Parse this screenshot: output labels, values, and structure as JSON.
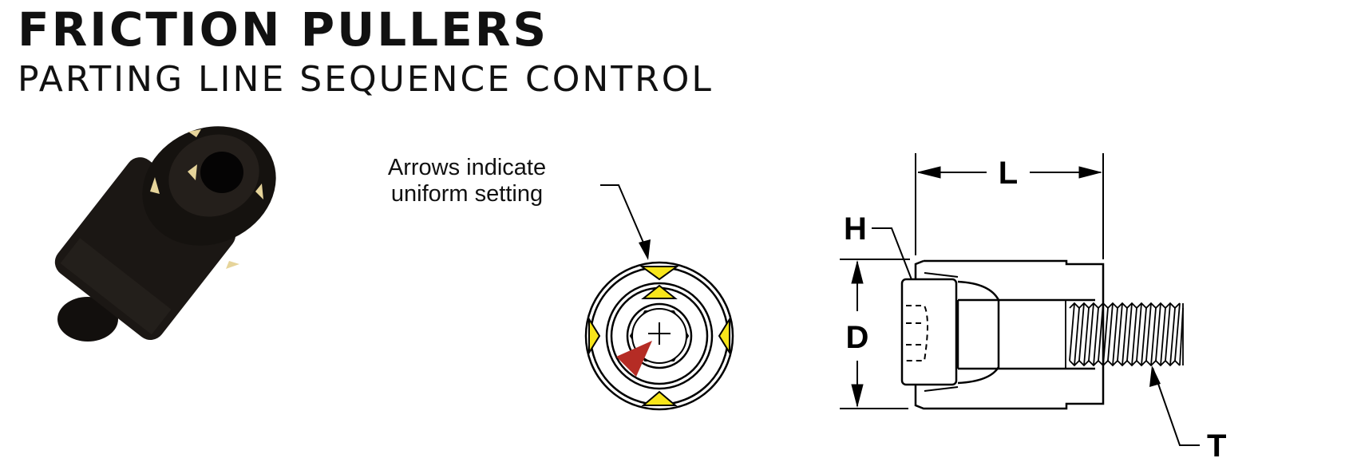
{
  "header": {
    "title": "FRICTION PULLERS",
    "subtitle": "PARTING LINE SEQUENCE CONTROL"
  },
  "end_view": {
    "callout_line1": "Arrows indicate",
    "callout_line2": "uniform setting",
    "marker_color": "#f7e51b",
    "pointer_color": "#b52c25"
  },
  "side_view": {
    "dimension_length": "L",
    "dimension_diameter": "D",
    "dimension_hex": "H",
    "dimension_thread": "T"
  },
  "colors": {
    "line": "#000000",
    "body_dark": "#1a1613",
    "marker_tan": "#e6d49a"
  }
}
